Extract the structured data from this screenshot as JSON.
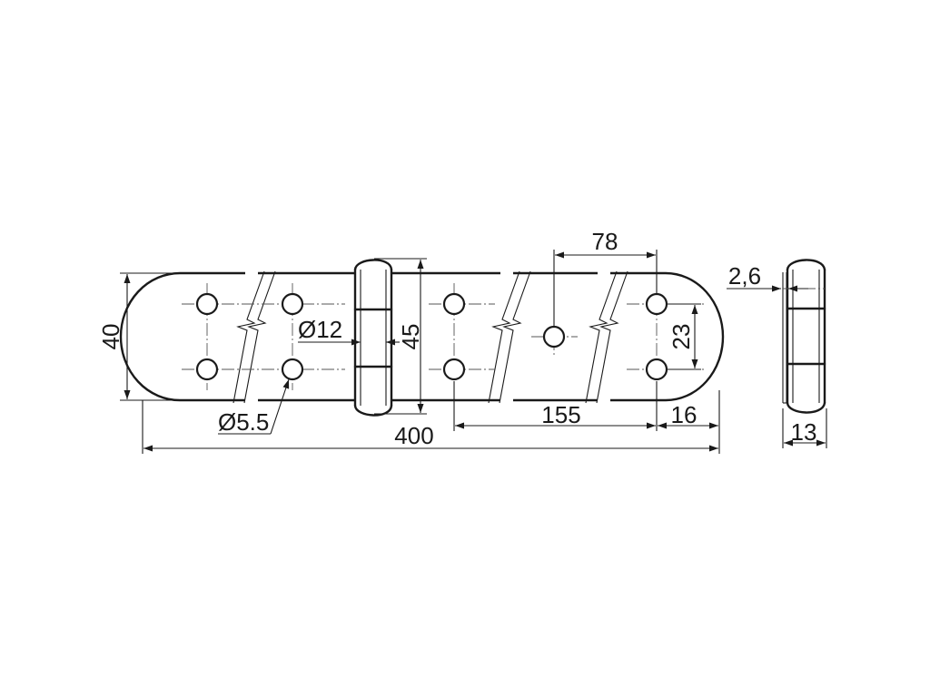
{
  "drawing": {
    "dimensions": {
      "overall_length": "400",
      "leaf_width": "40",
      "knuckle_length": "45",
      "pin_diameter": "Ø12",
      "hole_diameter": "Ø5.5",
      "hole_spacing_vertical": "23",
      "hole_spacing_horizontal": "78",
      "hole_to_knuckle": "155",
      "hole_edge_offset": "16",
      "leaf_thickness": "2,6",
      "knuckle_depth": "13"
    }
  }
}
